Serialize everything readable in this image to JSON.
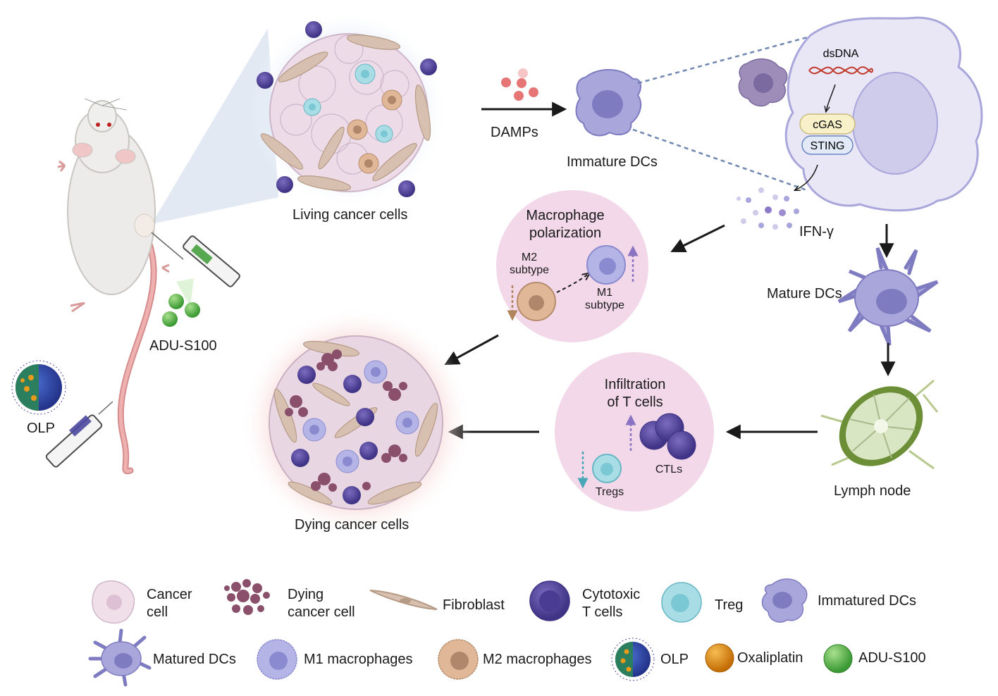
{
  "labels": {
    "living_cancer_cells": "Living cancer cells",
    "damps": "DAMPs",
    "immature_dcs": "Immature DCs",
    "dsdna": "dsDNA",
    "cgas": "cGAS",
    "sting": "STING",
    "ifn_gamma": "IFN-γ",
    "mature_dcs": "Mature DCs",
    "lymph_node": "Lymph node",
    "adu_s100": "ADU-S100",
    "olp": "OLP",
    "dying_cancer_cells": "Dying cancer cells"
  },
  "macrophage_panel": {
    "title_line1": "Macrophage",
    "title_line2": "polarization",
    "m2_line1": "M2",
    "m2_line2": "subtype",
    "m1_line1": "M1",
    "m1_line2": "subtype"
  },
  "tcell_panel": {
    "title_line1": "Infiltration",
    "title_line2": "of T cells",
    "tregs": "Tregs",
    "ctls": "CTLs"
  },
  "legend": {
    "row1": [
      {
        "icon": "cancer-cell-icon",
        "line1": "Cancer",
        "line2": "cell"
      },
      {
        "icon": "dying-cancer-cell-icon",
        "line1": "Dying",
        "line2": "cancer cell"
      },
      {
        "icon": "fibroblast-icon",
        "line1": "Fibroblast",
        "line2": ""
      },
      {
        "icon": "cytotoxic-t-cell-icon",
        "line1": "Cytotoxic",
        "line2": "T cells"
      },
      {
        "icon": "treg-icon",
        "line1": "Treg",
        "line2": ""
      },
      {
        "icon": "immature-dc-icon",
        "line1": "Immatured DCs",
        "line2": ""
      }
    ],
    "row2": [
      {
        "icon": "mature-dc-icon",
        "line1": "Matured DCs"
      },
      {
        "icon": "m1-macrophage-icon",
        "line1": "M1 macrophages"
      },
      {
        "icon": "m2-macrophage-icon",
        "line1": "M2 macrophages"
      },
      {
        "icon": "olp-icon",
        "line1": "OLP"
      },
      {
        "icon": "oxaliplatin-icon",
        "line1": "Oxaliplatin"
      },
      {
        "icon": "adu-s100-icon",
        "line1": "ADU-S100"
      }
    ]
  },
  "colors": {
    "cancer_cell": "#eddbe8",
    "dying_cell": "#8a4f6a",
    "fibroblast": "#d8c0b0",
    "ctl": "#5b4aa0",
    "treg": "#a8dde6",
    "dc": "#a9a6dc",
    "m1": "#b4b4e6",
    "m2": "#e0b898",
    "oxaliplatin": "#e08a10",
    "adu_s100": "#5cb14a",
    "panel_pink": "#f3d8ea",
    "arrow": "#1a1a1a"
  }
}
